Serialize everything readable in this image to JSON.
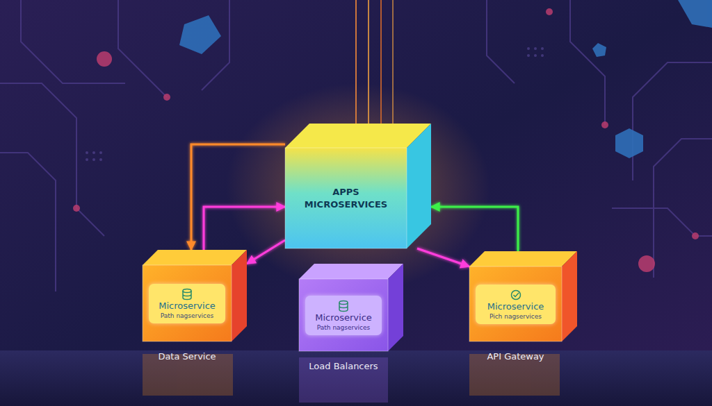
{
  "diagram": {
    "nodes": [
      {
        "text": [
          "APPS MICROSERVICES"
        ]
      },
      {
        "text": [
          "Microservice",
          "Path nagservices",
          "Data Service"
        ]
      },
      {
        "text": [
          "Microservice",
          "Path nagservices",
          "Load Balancers"
        ]
      },
      {
        "text": [
          "Microservice",
          "Pich nagservices",
          "API Gateway"
        ]
      }
    ],
    "edges": [
      {
        "from": 0,
        "to": 1,
        "arrow": "to"
      },
      {
        "from": 1,
        "to": 0,
        "arrow": "to"
      },
      {
        "from": 0,
        "to": 2,
        "arrow": "to"
      },
      {
        "from": 0,
        "to": 1,
        "arrow": "to"
      },
      {
        "from": 0,
        "to": 3,
        "arrow": "to"
      },
      {
        "from": 3,
        "to": 0,
        "arrow": "to"
      },
      {
        "from": 1,
        "to": 2,
        "arrow": "none"
      },
      {
        "from": 2,
        "to": 3,
        "arrow": "none"
      }
    ]
  }
}
